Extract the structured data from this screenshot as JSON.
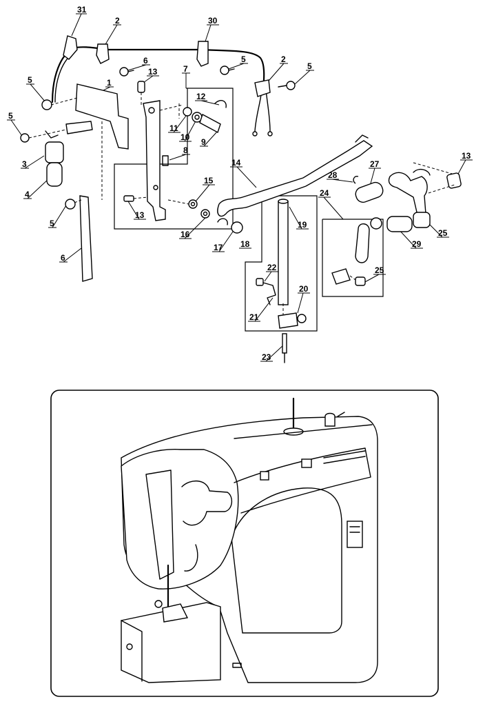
{
  "callouts": {
    "c31": "31",
    "c2a": "2",
    "c30": "30",
    "c2b": "2",
    "c6a": "6",
    "c5a": "5",
    "c13a": "13",
    "c7": "7",
    "c5b": "5",
    "c1": "1",
    "c12": "12",
    "c5c": "5",
    "c11": "11",
    "c10": "10",
    "c9": "9",
    "c8": "8",
    "c3": "3",
    "c4": "4",
    "c14": "14",
    "c13b": "13",
    "c27": "27",
    "c28": "28",
    "c24": "24",
    "c15": "15",
    "c13c": "13",
    "c5d": "5",
    "c6b": "6",
    "c16": "16",
    "c17": "17",
    "c18": "18",
    "c19": "19",
    "c25a": "25",
    "c29": "29",
    "c22": "22",
    "c25b": "25",
    "c20": "20",
    "c21": "21",
    "c23": "23"
  }
}
